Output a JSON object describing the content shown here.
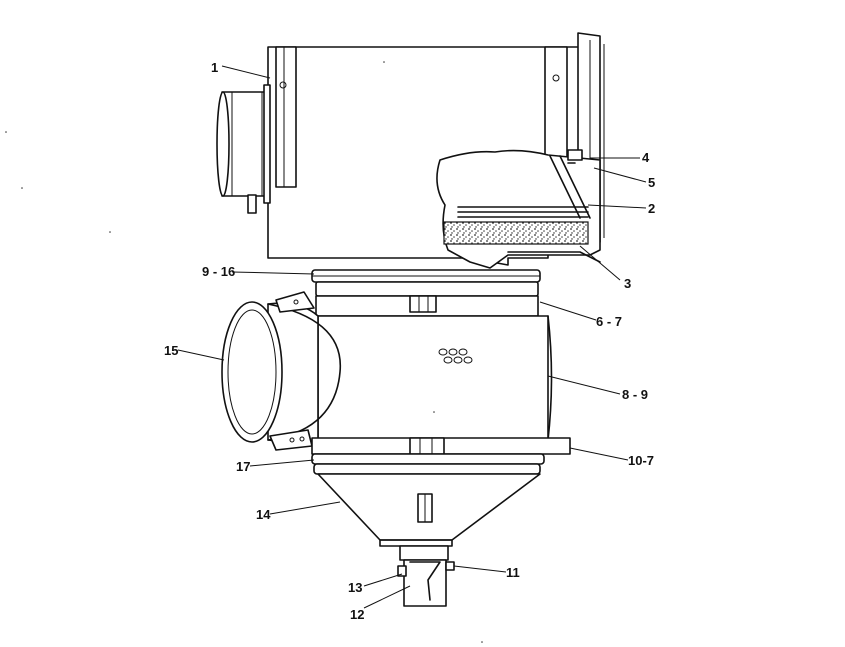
{
  "labels": {
    "l1": "1",
    "l4": "4",
    "l5": "5",
    "l2": "2",
    "l3": "3",
    "l9_16": "9 - 16",
    "l6_7": "6 - 7",
    "l15": "15",
    "l8_9": "8 - 9",
    "l10_7": "10-7",
    "l17": "17",
    "l14": "14",
    "l11": "11",
    "l13": "13",
    "l12": "12"
  },
  "colors": {
    "ink": "#111111",
    "background": "#ffffff",
    "filter_media": "#555555"
  }
}
